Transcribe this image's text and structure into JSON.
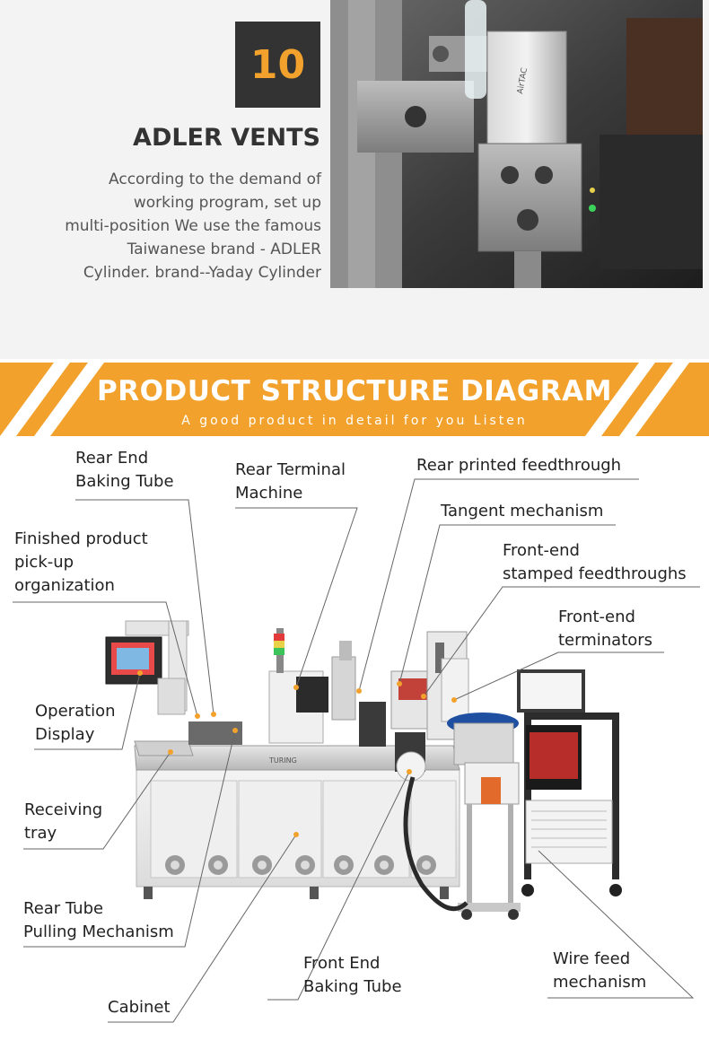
{
  "feature": {
    "number": "10",
    "title": "ADLER VENTS",
    "description_lines": [
      "According to the demand of",
      "working program, set up",
      "multi-position We use the famous",
      "Taiwanese brand - ADLER",
      "Cylinder. brand--Yaday Cylinder"
    ],
    "photo_text": "AirTAC"
  },
  "banner": {
    "title": "PRODUCT STRUCTURE DIAGRAM",
    "subtitle": "A good product in detail for you Listen"
  },
  "machine": {
    "brand_text": "TURING"
  },
  "labels": {
    "rear_end_baking_tube": [
      "Rear End",
      "Baking Tube"
    ],
    "rear_terminal_machine": [
      "Rear Terminal",
      "Machine"
    ],
    "rear_printed_feedthrough": [
      "Rear printed feedthrough"
    ],
    "tangent_mechanism": [
      "Tangent mechanism"
    ],
    "front_end_stamped": [
      "Front-end",
      "stamped feedthroughs"
    ],
    "front_end_terminators": [
      "Front-end",
      "terminators"
    ],
    "finished_product": [
      "Finished product",
      "pick-up",
      "organization"
    ],
    "operation_display": [
      "Operation",
      "Display"
    ],
    "receiving_tray": [
      "Receiving",
      "tray"
    ],
    "rear_tube_pulling": [
      "Rear Tube",
      "Pulling Mechanism"
    ],
    "cabinet": [
      "Cabinet"
    ],
    "front_end_baking_tube": [
      "Front End",
      "Baking Tube"
    ],
    "wire_feed": [
      "Wire feed",
      "mechanism"
    ]
  },
  "colors": {
    "accent": "#f2a22c",
    "dark": "#333333",
    "feature_bg": "#f3f3f3",
    "text": "#222222"
  }
}
